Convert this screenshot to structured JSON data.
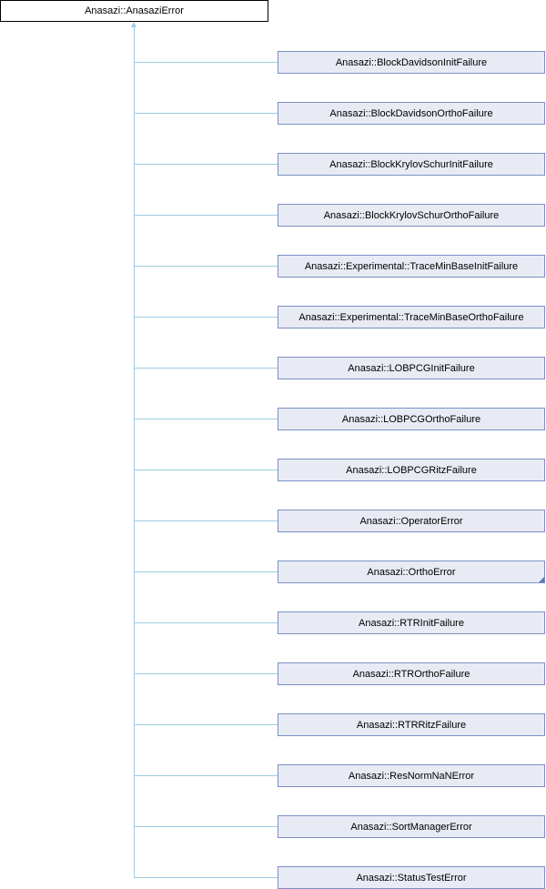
{
  "base_class": "Anasazi::AnasaziError",
  "derived_classes": [
    {
      "name": "Anasazi::BlockDavidsonInitFailure",
      "has_more": false
    },
    {
      "name": "Anasazi::BlockDavidsonOrthoFailure",
      "has_more": false
    },
    {
      "name": "Anasazi::BlockKrylovSchurInitFailure",
      "has_more": false
    },
    {
      "name": "Anasazi::BlockKrylovSchurOrthoFailure",
      "has_more": false
    },
    {
      "name": "Anasazi::Experimental::TraceMinBaseInitFailure",
      "has_more": false
    },
    {
      "name": "Anasazi::Experimental::TraceMinBaseOrthoFailure",
      "has_more": false
    },
    {
      "name": "Anasazi::LOBPCGInitFailure",
      "has_more": false
    },
    {
      "name": "Anasazi::LOBPCGOrthoFailure",
      "has_more": false
    },
    {
      "name": "Anasazi::LOBPCGRitzFailure",
      "has_more": false
    },
    {
      "name": "Anasazi::OperatorError",
      "has_more": false
    },
    {
      "name": "Anasazi::OrthoError",
      "has_more": true
    },
    {
      "name": "Anasazi::RTRInitFailure",
      "has_more": false
    },
    {
      "name": "Anasazi::RTROrthoFailure",
      "has_more": false
    },
    {
      "name": "Anasazi::RTRRitzFailure",
      "has_more": false
    },
    {
      "name": "Anasazi::ResNormNaNError",
      "has_more": false
    },
    {
      "name": "Anasazi::SortManagerError",
      "has_more": false
    },
    {
      "name": "Anasazi::StatusTestError",
      "has_more": false
    }
  ]
}
